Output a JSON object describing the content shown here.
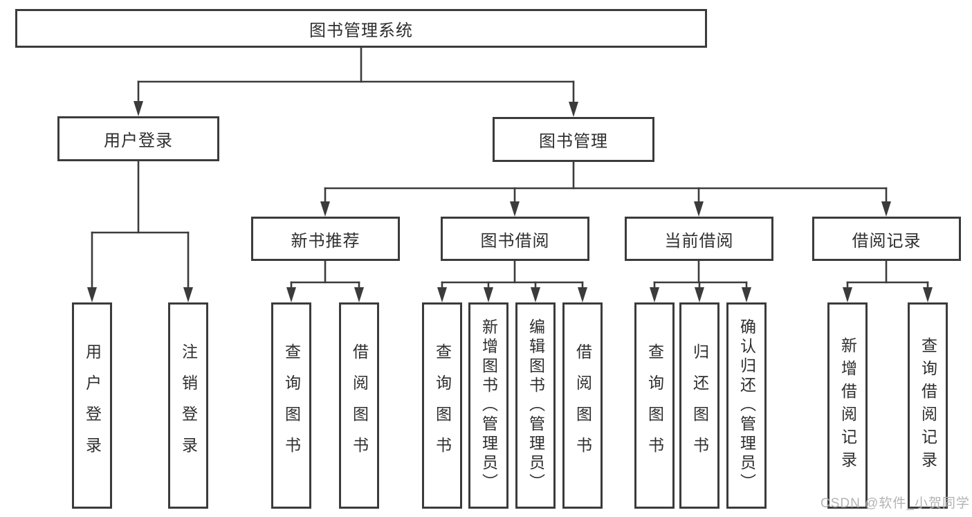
{
  "diagram": {
    "root": {
      "label": "图书管理系统"
    },
    "level2": [
      {
        "label": "用户登录"
      },
      {
        "label": "图书管理"
      }
    ],
    "level3": [
      {
        "label": "新书推荐"
      },
      {
        "label": "图书借阅"
      },
      {
        "label": "当前借阅"
      },
      {
        "label": "借阅记录"
      }
    ],
    "children": {
      "user_login": [
        {
          "label": "用户登录"
        },
        {
          "label": "注销登录"
        }
      ],
      "new_book_recommend": [
        {
          "label": "查询图书"
        },
        {
          "label": "借阅图书"
        }
      ],
      "book_borrowing": [
        {
          "label": "查询图书"
        },
        {
          "label": "新增图书（管理员）"
        },
        {
          "label": "编辑图书（管理员）"
        },
        {
          "label": "借阅图书"
        }
      ],
      "current_borrowing": [
        {
          "label": "查询图书"
        },
        {
          "label": "归还图书"
        },
        {
          "label": "确认归还（管理员）"
        }
      ],
      "borrowing_records": [
        {
          "label": "新增借阅记录"
        },
        {
          "label": "查询借阅记录"
        }
      ]
    }
  },
  "colors": {
    "line": "#3b3b3b",
    "text": "#2e2e2e",
    "background": "#ffffff",
    "watermark": "#b3b3b3"
  },
  "watermark": {
    "text": "CSDN @软件_小贺同学"
  }
}
